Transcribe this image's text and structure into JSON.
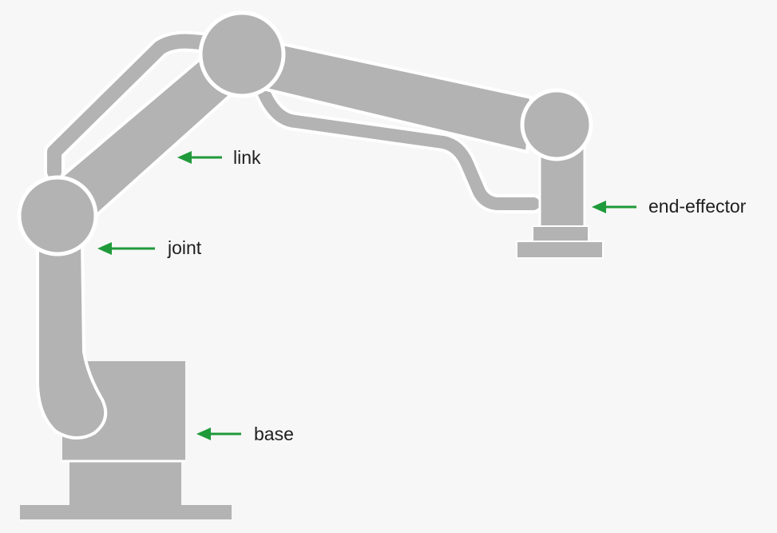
{
  "labels": {
    "link": "link",
    "joint": "joint",
    "base": "base",
    "end_effector": "end-effector"
  },
  "colors": {
    "arm": "#b3b3b3",
    "arrow": "#1f9a3a",
    "outline": "#ffffff",
    "background": "#f7f7f7"
  }
}
